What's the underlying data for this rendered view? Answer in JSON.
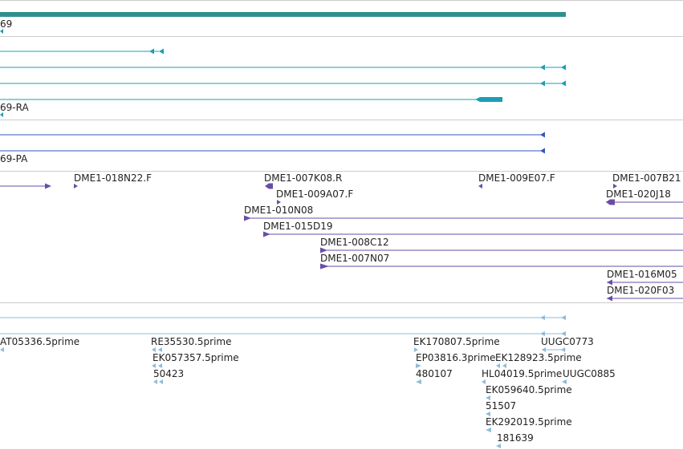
{
  "colors": {
    "gene": "#2f8f8f",
    "transcript": "#1a9fb5",
    "protein": "#3355bb",
    "clone": "#6a4ca8",
    "est": "#8fbcd9",
    "divider": "#cccccc",
    "label": "#222222"
  },
  "gene_track": {
    "label": "69",
    "strand_icon": "arrow-left-icon"
  },
  "transcript_track": {
    "label": "69-RA"
  },
  "protein_track": {
    "label": "69-PA"
  },
  "clone_track": {
    "labels": [
      "DME1-018N22.F",
      "DME1-007K08.R",
      "DME1-009E07.F",
      "DME1-007B21",
      "DME1-009A07.F",
      "DME1-020J18",
      "DME1-010N08",
      "DME1-015D19",
      "DME1-008C12",
      "DME1-007N07",
      "DME1-016M05",
      "DME1-020F03"
    ]
  },
  "est_track": {
    "labels": [
      "AT05336.5prime",
      "RE35530.5prime",
      "EK170807.5prime",
      "UUGC0773",
      "EK057357.5prime",
      "EP03816.3prime",
      "EK128923.5prime",
      "50423",
      "480107",
      "HL04019.5prime",
      "UUGC0885",
      "EK059640.5prime",
      "51507",
      "EK292019.5prime",
      "181639"
    ]
  }
}
